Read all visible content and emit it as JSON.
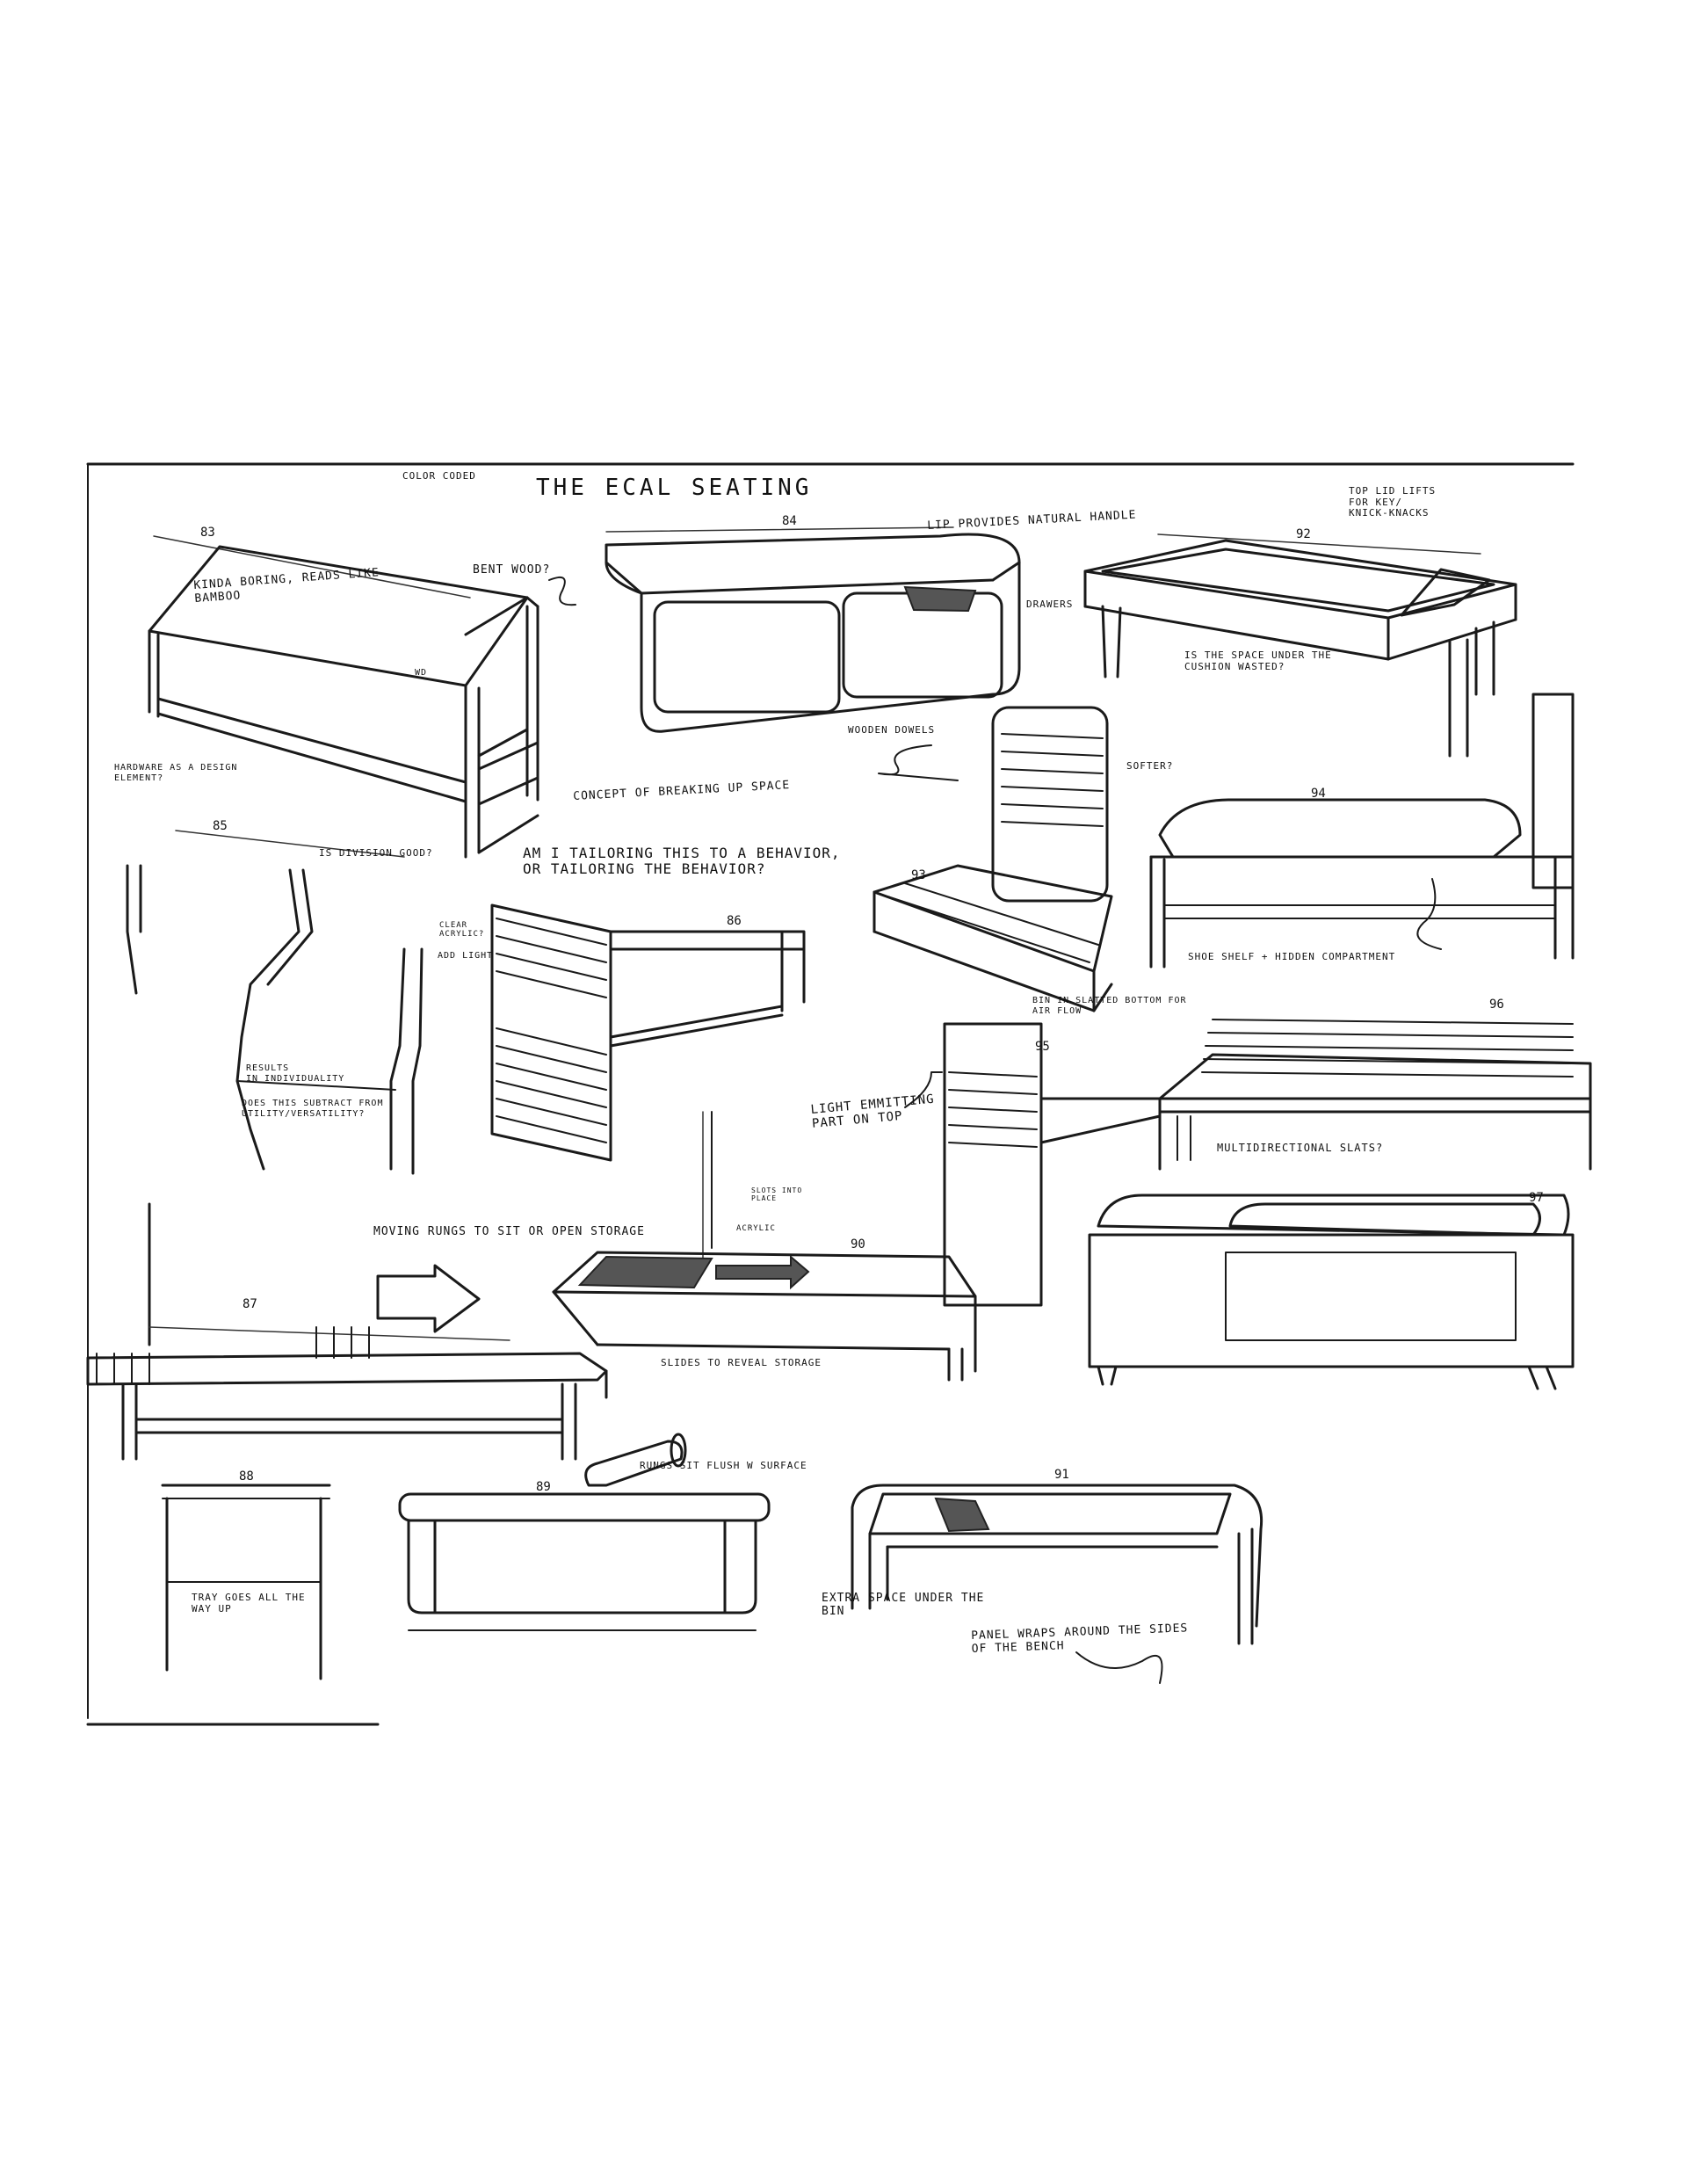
{
  "sheet": {
    "header_small": "COLOR CODED",
    "title": "THE ECAL SEATING",
    "ink_color": "#1a1a1a",
    "paper_color": "#ffffff"
  },
  "dimensions": {
    "d83": "83",
    "d84": "84",
    "d92": "92",
    "d85": "85",
    "d86": "86",
    "d93": "93",
    "d94": "94",
    "d95": "95",
    "d96": "96",
    "d97": "97",
    "d87": "87",
    "d90": "90",
    "d88": "88",
    "d89": "89",
    "d91": "91"
  },
  "notes": {
    "bent_wood": "BENT WOOD?",
    "kinda_boring": "KINDA BORING, READS LIKE\nBAMBOO",
    "wd": "WD",
    "hardware": "HARDWARE AS A DESIGN\nELEMENT?",
    "concept_breaking": "CONCEPT OF BREAKING UP SPACE",
    "lip_handle": "LIP PROVIDES NATURAL HANDLE",
    "drawers": "DRAWERS",
    "top_lid": "TOP LID LIFTS\nFOR KEY/\nKNICK-KNACKS",
    "space_under": "IS THE SPACE UNDER THE\nCUSHION WASTED?",
    "wooden_dowels": "WOODEN DOWELS",
    "softer": "SOFTER?",
    "division_good": "IS DIVISION GOOD?",
    "tailoring": "AM I TAILORING THIS TO A BEHAVIOR,\nOR TAILORING THE BEHAVIOR?",
    "clear_acrylic": "CLEAR\nACRYLIC?",
    "add_light": "ADD LIGHT",
    "results_individuality": "RESULTS\nIN INDIVIDUALITY",
    "does_this_subtract": "DOES THIS SUBTRACT FROM\nUTILITY/VERSATILITY?",
    "bin_slatted": "BIN IN SLATTED BOTTOM FOR\nAIR FLOW",
    "shoe_shelf": "SHOE SHELF + HIDDEN COMPARTMENT",
    "light_emitting": "LIGHT EMMITTING\nPART ON TOP",
    "multidirectional": "MULTIDIRECTIONAL SLATS?",
    "slots_into_place": "SLOTS INTO\nPLACE",
    "acrylic": "ACRYLIC",
    "moving_rungs": "MOVING RUNGS TO SIT OR OPEN STORAGE",
    "slides_reveal": "SLIDES TO REVEAL STORAGE",
    "rungs_flush": "RUNGS SIT FLUSH W SURFACE",
    "tray_goes": "TRAY GOES ALL THE\nWAY UP",
    "extra_space": "EXTRA SPACE UNDER THE\nBIN",
    "panel_wraps": "PANEL WRAPS AROUND THE SIDES\nOF THE BENCH"
  }
}
